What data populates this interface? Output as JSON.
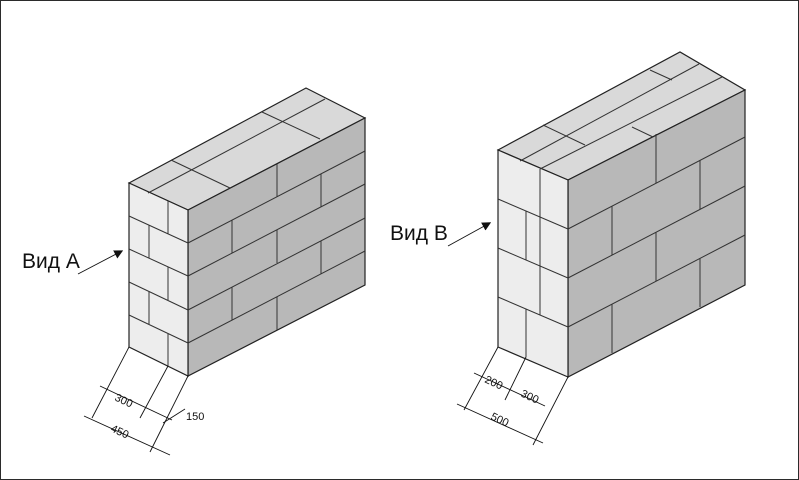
{
  "views": [
    {
      "label": "Вид А",
      "dimensions": [
        "300",
        "150",
        "450"
      ]
    },
    {
      "label": "Вид В",
      "dimensions": [
        "200",
        "300",
        "500"
      ]
    }
  ],
  "colors": {
    "top": "#d9d9d9",
    "front": "#b8b8b8",
    "side": "#ededed",
    "line": "#222222"
  }
}
